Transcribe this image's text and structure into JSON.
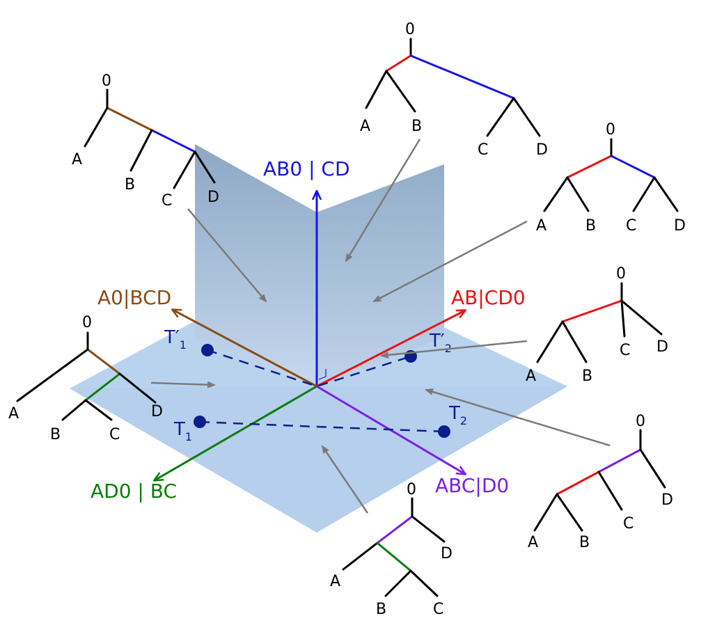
{
  "axes": {
    "blue": {
      "label": "AB0 | CD",
      "color": "#1515e6"
    },
    "red": {
      "label": "AB|CD0",
      "color": "#e81313"
    },
    "brown": {
      "label": "A0|BCD",
      "color": "#8a4b16"
    },
    "green": {
      "label": "AD0 | BC",
      "color": "#0a7d0a"
    },
    "purple": {
      "label": "ABC|D0",
      "color": "#7a1fe6"
    }
  },
  "points": {
    "t1": {
      "label": "T",
      "sub": "1"
    },
    "t2": {
      "label": "T",
      "sub": "2"
    },
    "t1p": {
      "label": "T′",
      "sub": "1"
    },
    "t2p": {
      "label": "T′",
      "sub": "2"
    },
    "color": "#0b1f8c"
  },
  "trees": {
    "tl": {
      "root": "0",
      "leaves": [
        "A",
        "B",
        "C",
        "D"
      ]
    },
    "top": {
      "root": "0",
      "leaves": [
        "A",
        "B",
        "C",
        "D"
      ]
    },
    "tr": {
      "root": "0",
      "leaves": [
        "A",
        "B",
        "C",
        "D"
      ]
    },
    "right": {
      "root": "0",
      "leaves": [
        "A",
        "B",
        "C",
        "D"
      ]
    },
    "left": {
      "root": "0",
      "leaves": [
        "A",
        "B",
        "C",
        "D"
      ]
    },
    "br": {
      "root": "0",
      "leaves": [
        "A",
        "B",
        "C",
        "D"
      ]
    },
    "bottom": {
      "root": "0",
      "leaves": [
        "A",
        "B",
        "C",
        "D"
      ]
    }
  },
  "colors": {
    "plane_horizontal": "#b9d3ef",
    "plane_vertical": "#9db4cf",
    "pointer_arrows": "#7a7a7a"
  }
}
